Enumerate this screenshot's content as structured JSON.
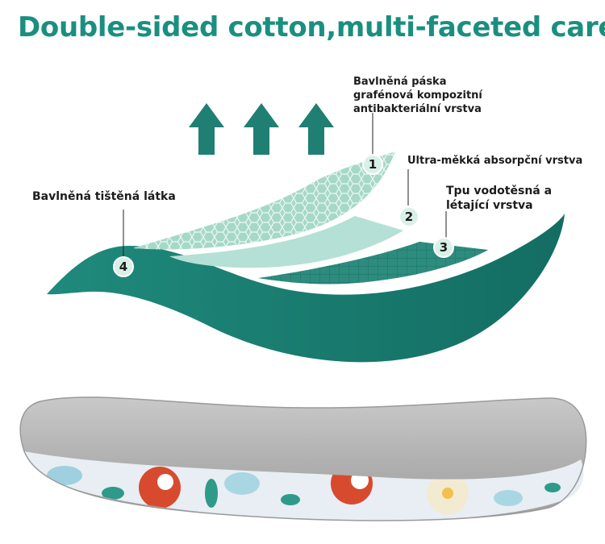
{
  "title": "Double-sided cotton,multi-faceted care",
  "layers": [
    {
      "number": "1",
      "lines": [
        "Bavlněná páska",
        "grafénová kompozitní",
        "antibakteriální vrstva"
      ]
    },
    {
      "number": "2",
      "lines": [
        "Ultra-měkká absorpční vrstva"
      ]
    },
    {
      "number": "3",
      "lines": [
        "Tpu vodotěsná a",
        "létající vrstva"
      ]
    },
    {
      "number": "4",
      "lines": [
        "Bavlněná tištěná látka"
      ]
    }
  ],
  "colors": {
    "title": "#1a8f80",
    "teal_dark": "#17786c",
    "teal_light": "#9fd4c6",
    "arrow": "#1f7f72",
    "insole_gray": "#b5b5b5"
  }
}
